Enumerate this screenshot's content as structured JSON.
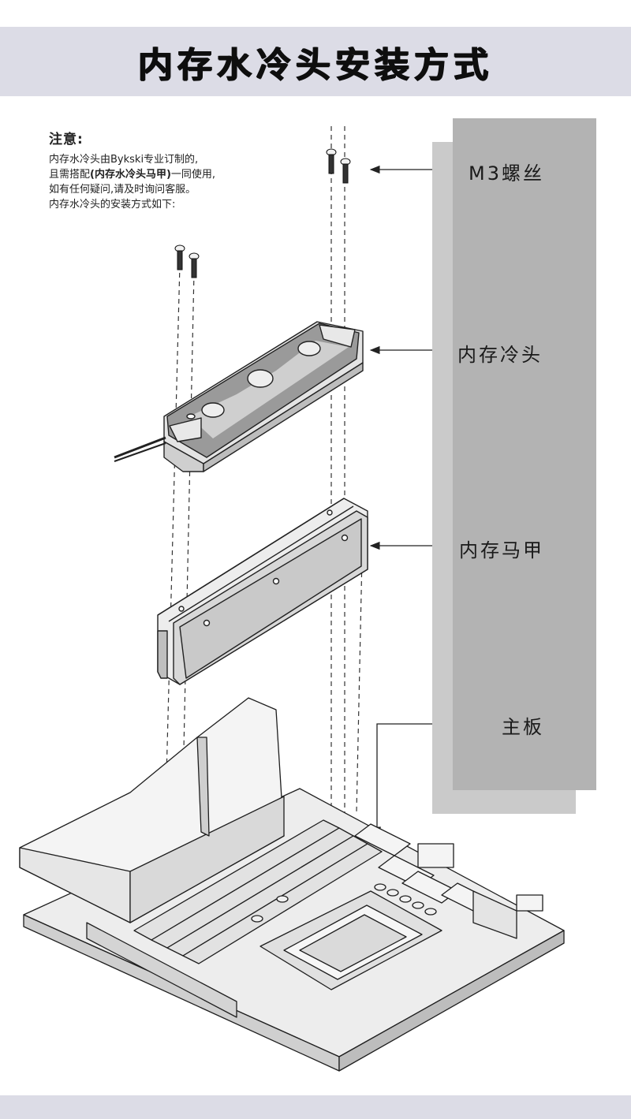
{
  "title": "内存水冷头安装方式",
  "note": {
    "heading": "注意:",
    "line1": "内存水冷头由Bykski专业订制的,",
    "line2_prefix": "且需搭配",
    "line2_bold": "(内存水冷头马甲)",
    "line2_suffix": "一同使用,",
    "line3": "如有任何疑问,请及时询问客服。",
    "line4": "内存水冷头的安装方式如下:"
  },
  "labels": {
    "screw": "M3螺丝",
    "block": "内存冷头",
    "vest": "内存马甲",
    "board": "主板"
  },
  "colors": {
    "band": "#dcdce6",
    "panel_front": "#b3b3b3",
    "panel_back": "#cacaca",
    "line": "#222222"
  }
}
